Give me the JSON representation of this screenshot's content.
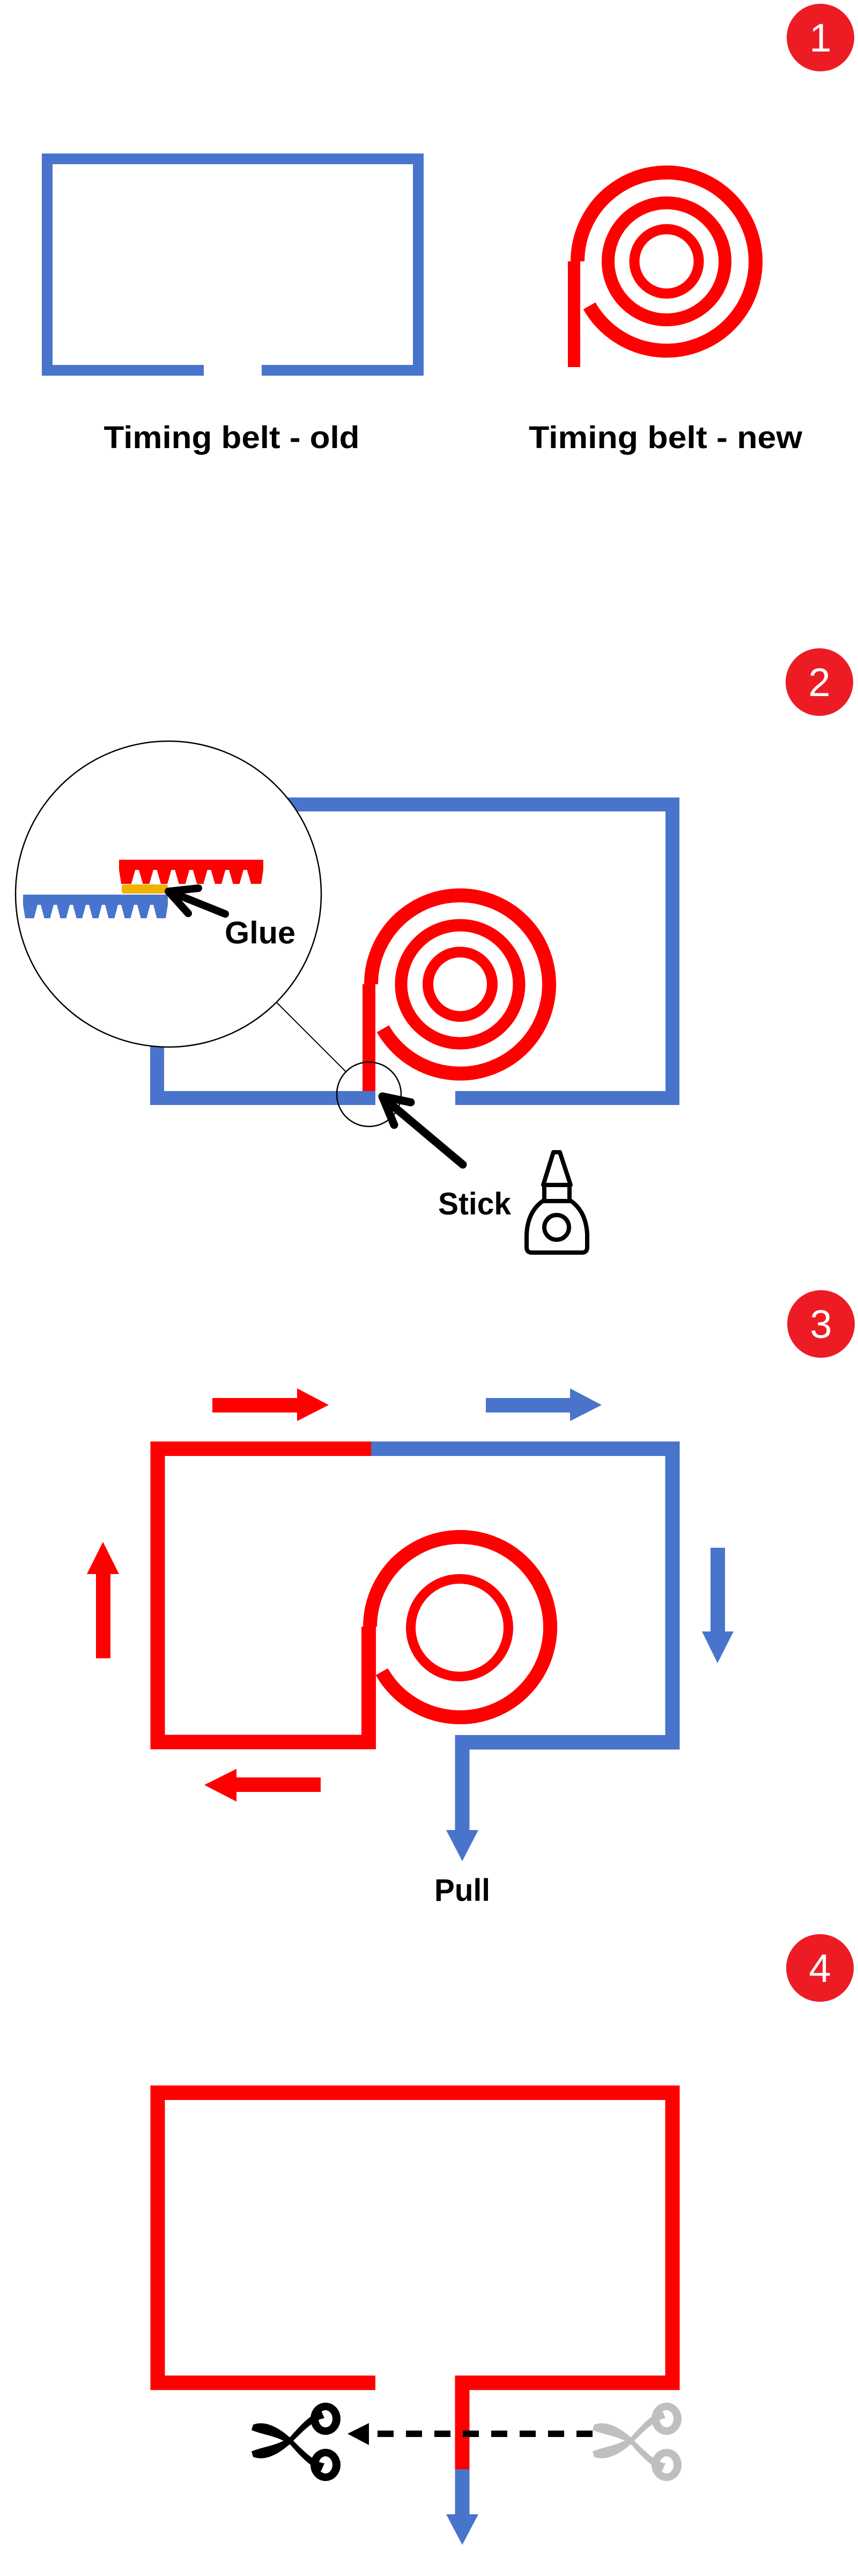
{
  "colors": {
    "old_belt": "#4874CB",
    "new_belt": "#FF0000",
    "badge": "#ED1C24",
    "glue": "#F0B400",
    "ink": "#000000",
    "scissors_ghost": "#BFBFBF"
  },
  "steps": [
    {
      "number": "1",
      "labels": {
        "old": "Timing belt - old",
        "new": "Timing belt - new"
      }
    },
    {
      "number": "2",
      "labels": {
        "glue": "Glue",
        "stick": "Stick"
      },
      "icons": [
        "magnifier-callout",
        "glue-bottle-icon"
      ]
    },
    {
      "number": "3",
      "labels": {
        "pull": "Pull"
      },
      "arrows": [
        "right-red",
        "right-blue",
        "up-red",
        "down-blue",
        "left-red",
        "pull-down-blue"
      ]
    },
    {
      "number": "4",
      "icons": [
        "scissors-icon",
        "scissors-ghost-icon",
        "dashed-arrow-left"
      ]
    }
  ]
}
